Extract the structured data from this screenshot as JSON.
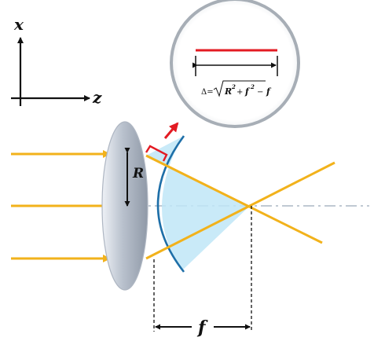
{
  "axes": {
    "x_label": "x",
    "z_label": "z"
  },
  "lens": {
    "radius_label": "R"
  },
  "focal": {
    "label": "f"
  },
  "inset": {
    "delta_label": "Δ=",
    "R": "R",
    "f1": "f",
    "f2": "f",
    "exp": "2",
    "plus": "+",
    "minus": "−"
  },
  "colors": {
    "ray": "#f2b21b",
    "lens_fill": "#c9d0db",
    "cone": "#bfe6f7",
    "arc": "#1e6fa8",
    "red": "#e31b23",
    "optical_axis": "#c0c9d3",
    "inset_ring": "#a7aeb6"
  }
}
